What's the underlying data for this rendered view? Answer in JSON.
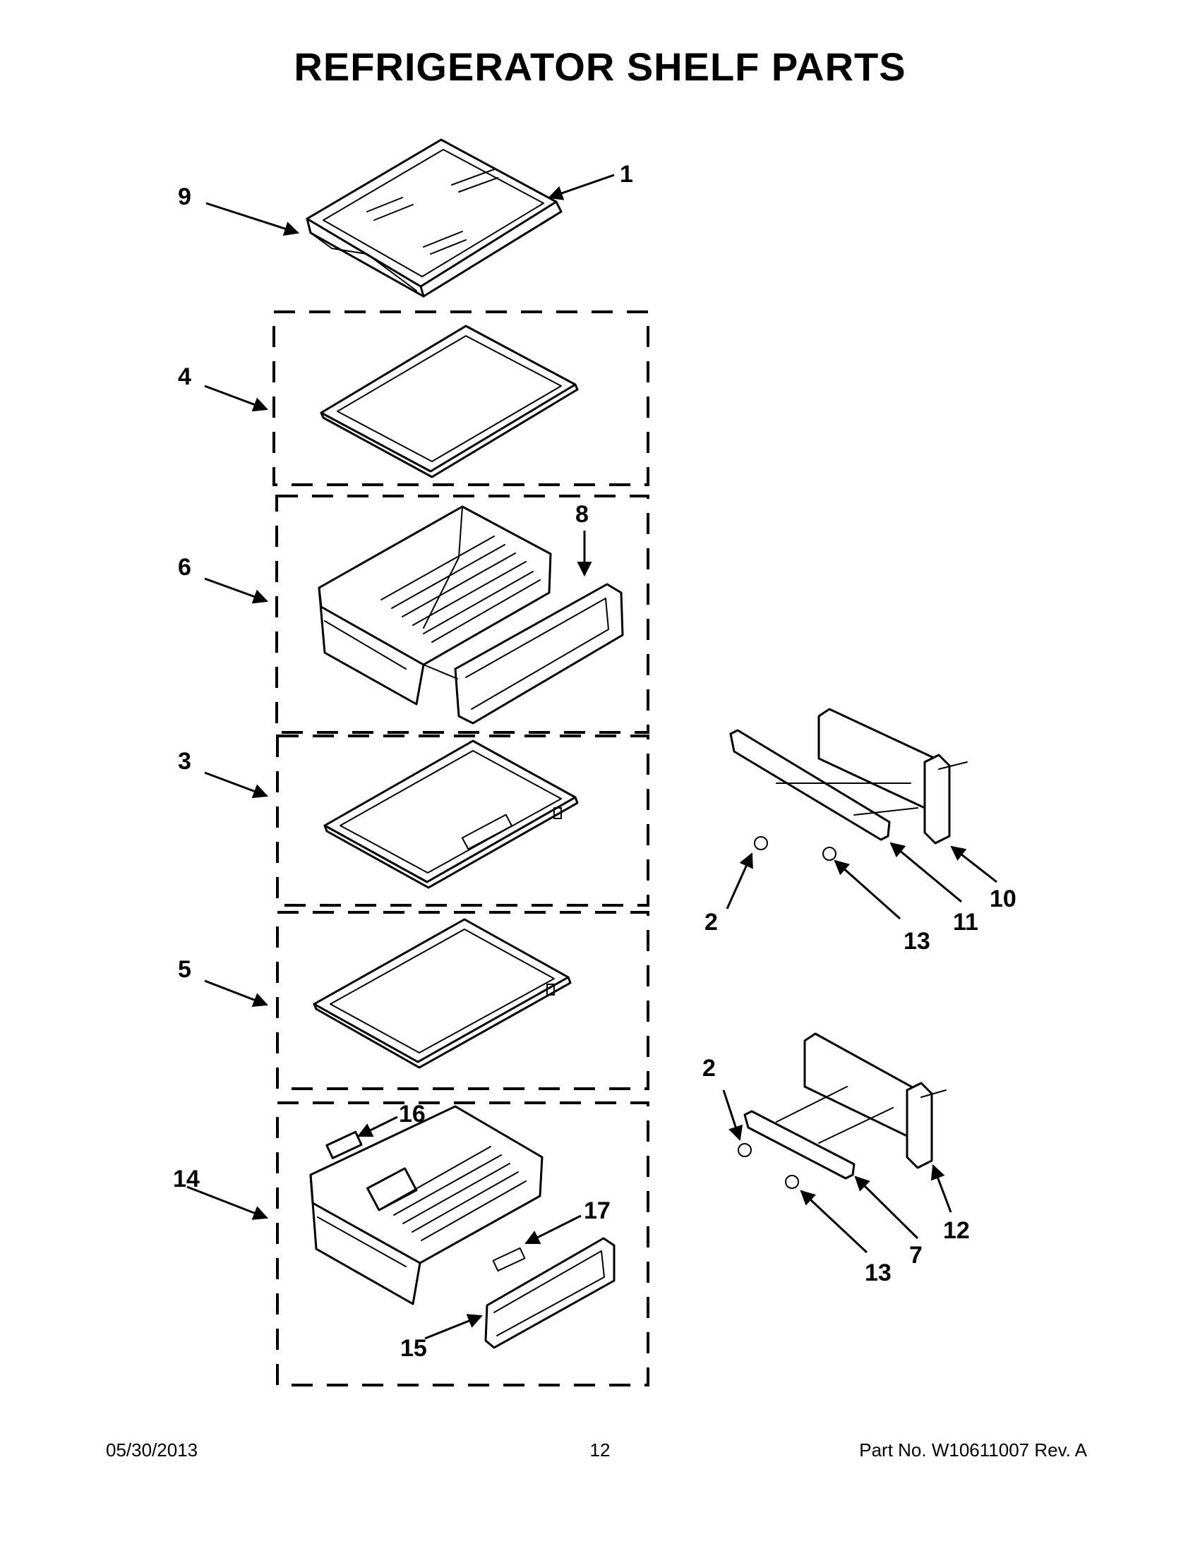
{
  "title": "REFRIGERATOR SHELF PARTS",
  "callouts": {
    "n1": "1",
    "n2a": "2",
    "n2b": "2",
    "n3": "3",
    "n4": "4",
    "n5": "5",
    "n6": "6",
    "n7": "7",
    "n8": "8",
    "n9": "9",
    "n10": "10",
    "n11": "11",
    "n12": "12",
    "n13a": "13",
    "n13b": "13",
    "n14": "14",
    "n15": "15",
    "n16": "16",
    "n17": "17"
  },
  "footer": {
    "date": "05/30/2013",
    "page": "12",
    "part": "Part No.  W10611007  Rev.  A"
  }
}
